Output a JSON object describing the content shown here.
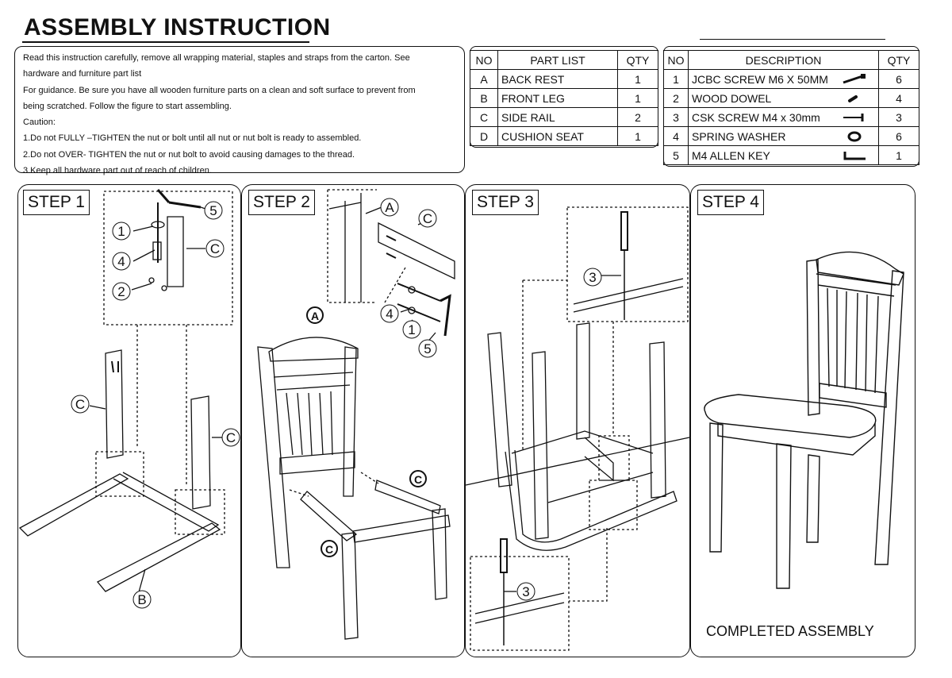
{
  "header": {
    "title": "ASSEMBLY INSTRUCTION"
  },
  "intro": {
    "lines": [
      "Read this instruction carefully, remove all wrapping material, staples and straps from the carton. See",
      "hardware and furniture part list",
      "For guidance. Be sure you have all wooden furniture parts on a clean and soft surface to prevent from",
      "being scratched. Follow the figure to start assembling.",
      "Caution:",
      "1.Do not FULLY –TIGHTEN the nut or bolt until all nut or nut bolt is ready to assembled.",
      "2.Do not OVER- TIGHTEN the nut or nut bolt to avoid causing damages to the thread.",
      "3.Keep all hardware part out of reach of children."
    ]
  },
  "parts_table": {
    "headers": [
      "NO",
      "PART LIST",
      "QTY"
    ],
    "rows": [
      {
        "no": "A",
        "name": "BACK REST",
        "qty": "1"
      },
      {
        "no": "B",
        "name": "FRONT LEG",
        "qty": "1"
      },
      {
        "no": "C",
        "name": "SIDE RAIL",
        "qty": "2"
      },
      {
        "no": "D",
        "name": "CUSHION SEAT",
        "qty": "1"
      }
    ]
  },
  "hardware_table": {
    "headers": [
      "NO",
      "DESCRIPTION",
      "QTY"
    ],
    "rows": [
      {
        "no": "1",
        "name": "JCBC SCREW M6 X 50MM",
        "icon": "bolt-icon",
        "qty": "6"
      },
      {
        "no": "2",
        "name": "WOOD DOWEL",
        "icon": "dowel-icon",
        "qty": "4"
      },
      {
        "no": "3",
        "name": "CSK SCREW M4 x 30mm",
        "icon": "screw-icon",
        "qty": "3"
      },
      {
        "no": "4",
        "name": "SPRING WASHER",
        "icon": "washer-icon",
        "qty": "6"
      },
      {
        "no": "5",
        "name": "M4 ALLEN KEY",
        "icon": "allen-key-icon",
        "qty": "1"
      }
    ]
  },
  "steps": [
    {
      "label": "STEP 1",
      "callouts": [
        "1",
        "4",
        "2",
        "5",
        "C",
        "C",
        "C",
        "B"
      ]
    },
    {
      "label": "STEP 2",
      "callouts": [
        "A",
        "C",
        "4",
        "1",
        "5",
        "A",
        "C",
        "C"
      ]
    },
    {
      "label": "STEP 3",
      "callouts": [
        "3",
        "3"
      ]
    },
    {
      "label": "STEP 4",
      "caption": "COMPLETED ASSEMBLY"
    }
  ]
}
